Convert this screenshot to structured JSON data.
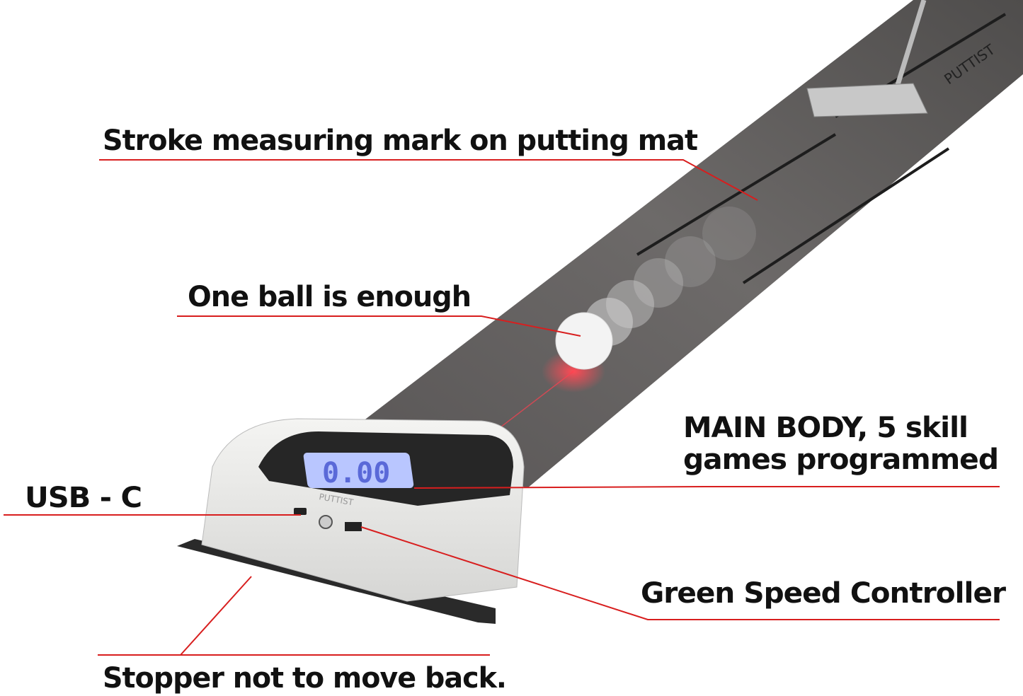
{
  "callouts": {
    "stroke_mark": "Stroke measuring mark on putting mat",
    "one_ball": "One ball is enough",
    "main_body_line1": "MAIN BODY, 5 skill",
    "main_body_line2": "games programmed",
    "usb": "USB - C",
    "green_speed": "Green Speed Controller",
    "stopper": "Stopper not to move back."
  },
  "device": {
    "display_value": "0.00",
    "brand": "PUTTIST"
  },
  "mat": {
    "brand": "PUTTIST"
  },
  "colors": {
    "leader_line": "#d81e1e",
    "mat": "#5e5b5a",
    "device_body": "#e9e9e7",
    "display": "#b9c6ff"
  }
}
